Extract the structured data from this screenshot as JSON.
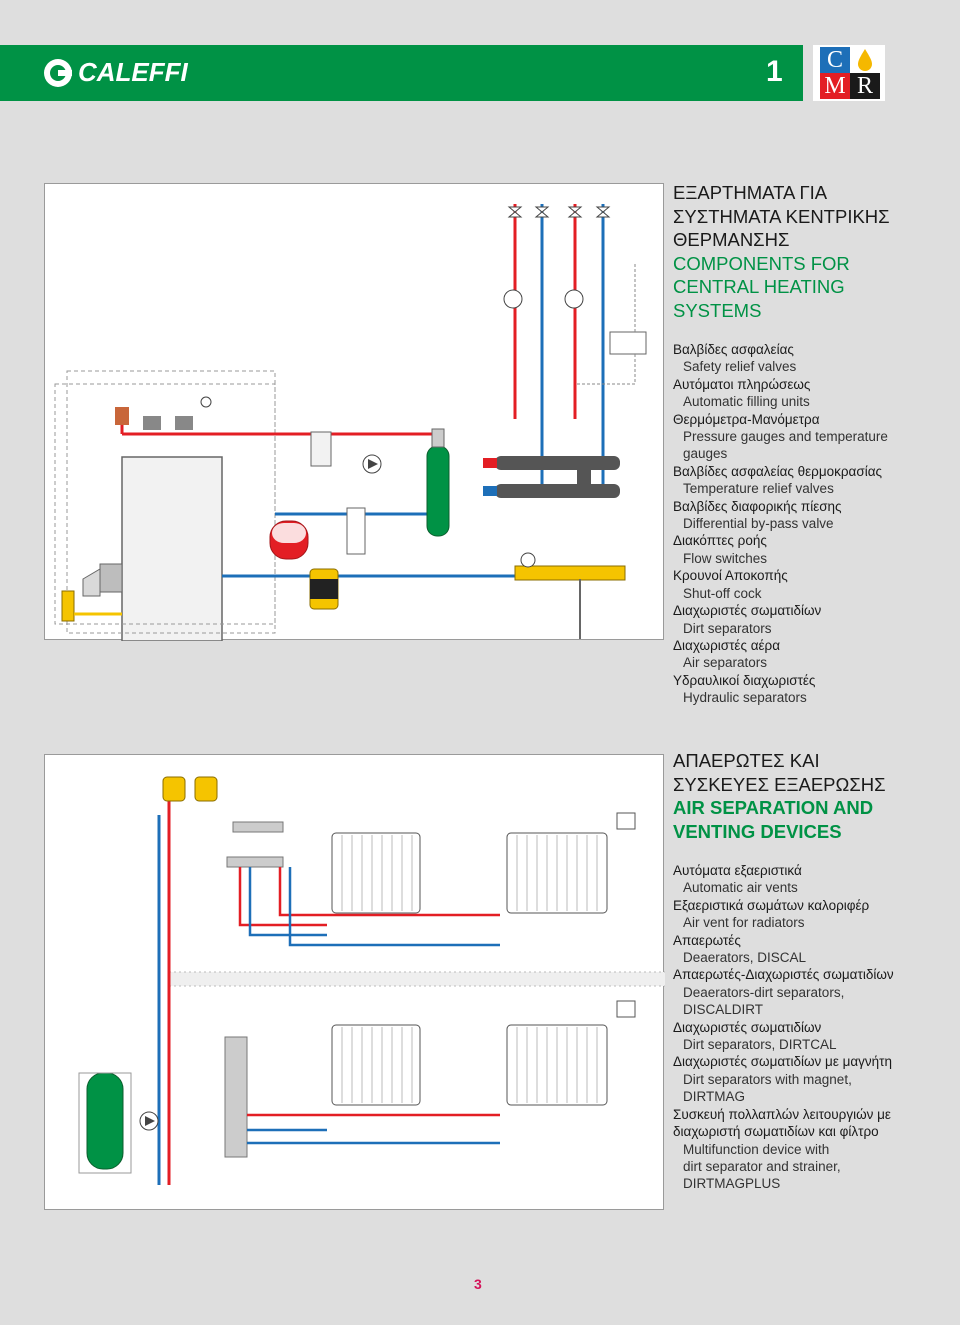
{
  "header": {
    "brand": "CALEFFI",
    "page_number": "1",
    "partner_logo": {
      "letters": [
        "C",
        "M",
        "R"
      ],
      "colors": {
        "c": "#1d6fb8",
        "m": "#e31e24",
        "r": "#1a1a1a",
        "drop": "#f5b800"
      }
    }
  },
  "colors": {
    "green": "#009245",
    "red": "#e31e24",
    "blue": "#1d6fb8",
    "yellow": "#f5c400",
    "pink": "#d4145a"
  },
  "section1": {
    "title_gr": [
      "ΕΞΑΡΤΗΜΑΤΑ ΓΙΑ",
      "ΣΥΣΤΗΜΑΤΑ ΚΕΝΤΡΙΚΗΣ",
      "ΘΕΡΜΑΝΣΗΣ"
    ],
    "title_en": [
      "COMPONENTS FOR",
      "CENTRAL HEATING",
      "SYSTEMS"
    ],
    "items": [
      {
        "gr": "Βαλβίδες ασφαλείας",
        "en": [
          "Safety relief valves"
        ]
      },
      {
        "gr": "Αυτόματοι πληρώσεως",
        "en": [
          "Automatic filling units"
        ]
      },
      {
        "gr": "Θερμόμετρα-Μανόμετρα",
        "en": [
          "Pressure gauges and temperature",
          "gauges"
        ]
      },
      {
        "gr": "Βαλβίδες ασφαλείας θερμοκρασίας",
        "en": [
          "Temperature relief valves"
        ]
      },
      {
        "gr": "Βαλβίδες διαφορικής πίεσης",
        "en": [
          "Differential by-pass valve"
        ]
      },
      {
        "gr": "Διακόπτες ροής",
        "en": [
          "Flow switches"
        ]
      },
      {
        "gr": "Κρουνοί Αποκοπής",
        "en": [
          "Shut-off cock"
        ]
      },
      {
        "gr": "Διαχωριστές σωματιδίων",
        "en": [
          "Dirt separators"
        ]
      },
      {
        "gr": "Διαχωριστές αέρα",
        "en": [
          "Air separators"
        ]
      },
      {
        "gr": "Υδραυλικοί διαχωριστές",
        "en": [
          "Hydraulic separators"
        ]
      }
    ]
  },
  "section2": {
    "title_gr": [
      "ΑΠΑΕΡΩΤΕΣ ΚΑΙ",
      "ΣΥΣΚΕΥΕΣ ΕΞΑΕΡΩΣΗΣ"
    ],
    "title_en": [
      "AIR SEPARATION AND",
      "VENTING DEVICES"
    ],
    "items": [
      {
        "gr": "Αυτόματα εξαεριστικά",
        "en": [
          "Automatic air vents"
        ]
      },
      {
        "gr": "Εξαεριστικά σωμάτων καλοριφέρ",
        "en": [
          "Air vent for radiators"
        ]
      },
      {
        "gr": "Απαερωτές",
        "en": [
          "Deaerators, DISCAL"
        ]
      },
      {
        "gr": "Απαερωτές-Διαχωριστές σωματιδίων",
        "en": [
          "Deaerators-dirt separators,",
          "DISCALDIRT"
        ]
      },
      {
        "gr": "Διαχωριστές σωματιδίων",
        "en": [
          "Dirt separators, DIRTCAL"
        ]
      },
      {
        "gr": "Διαχωριστές σωματιδίων με μαγνήτη",
        "en": [
          "Dirt separators with magnet,",
          "DIRTMAG"
        ]
      },
      {
        "gr": "Συσκευή πολλαπλών λειτουργιών με διαχωριστή σωματιδίων και φίλτρο",
        "en": [
          "Multifunction device with",
          "dirt separator and strainer,",
          "DIRTMAGPLUS"
        ]
      }
    ]
  },
  "footer": {
    "page_number": "3"
  }
}
